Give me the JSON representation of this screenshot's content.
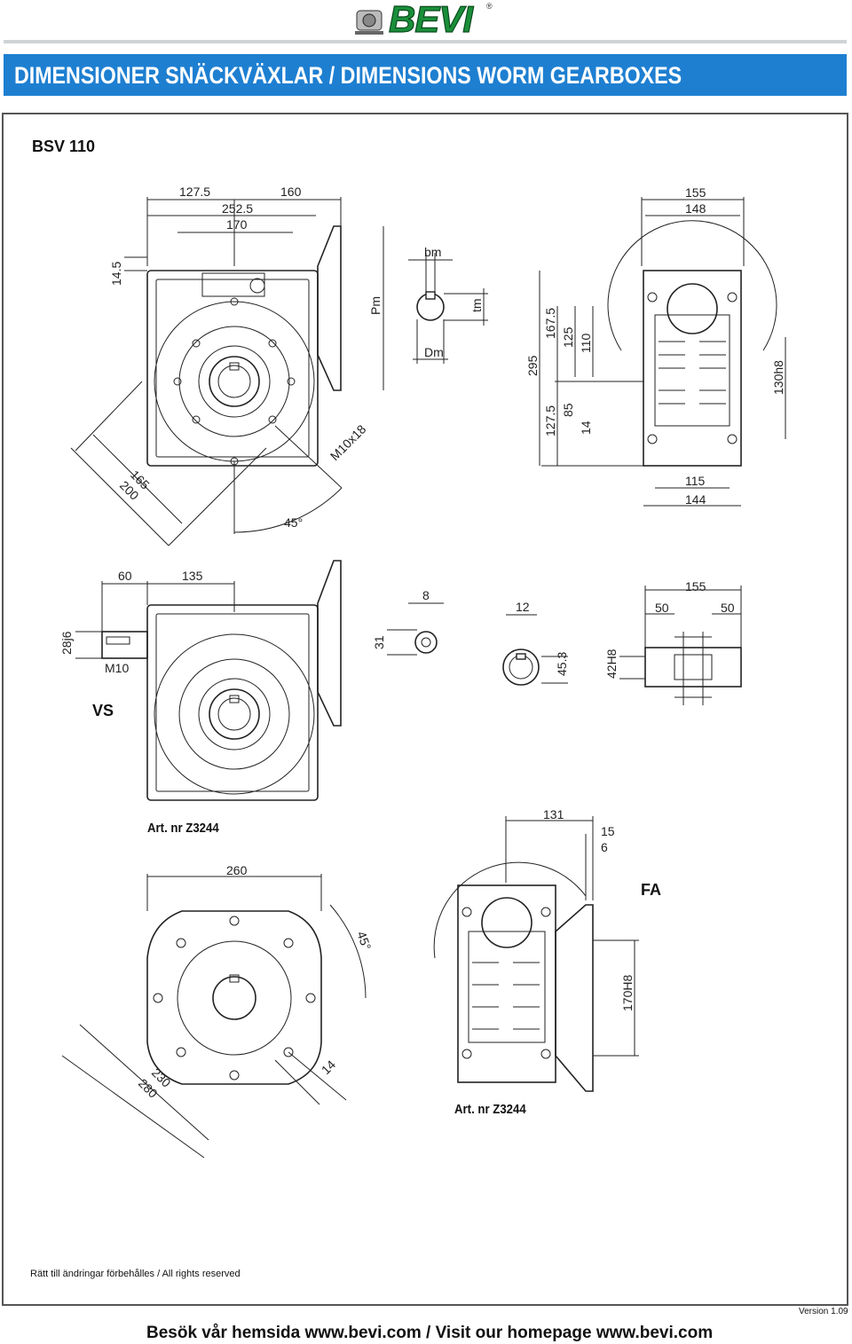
{
  "header": {
    "logo_text": "BEVI",
    "logo_reg": "®",
    "title": "DIMENSIONER SNÄCKVÄXLAR / DIMENSIONS WORM GEARBOXES"
  },
  "model": "BSV 110",
  "labels": {
    "vs": "VS",
    "fa": "FA",
    "art1": "Art. nr Z3244",
    "art2": "Art. nr Z3244"
  },
  "dims": {
    "top_left": [
      "127.5",
      "160",
      "252.5",
      "170",
      "14.5",
      "Pm",
      "165",
      "200",
      "M10x18",
      "45°"
    ],
    "shaft_key": [
      "bm",
      "tm",
      "Dm"
    ],
    "top_right": [
      "155",
      "148",
      "295",
      "167.5",
      "125",
      "110",
      "127.5",
      "85",
      "14",
      "130h8",
      "115",
      "144"
    ],
    "mid_left": [
      "60",
      "135",
      "28j6",
      "M10"
    ],
    "mid_keys": [
      "8",
      "31",
      "12",
      "45.3",
      "42H8"
    ],
    "mid_right": [
      "155",
      "50",
      "50"
    ],
    "bottom_left": [
      "260",
      "45°",
      "230",
      "280",
      "14"
    ],
    "bottom_right": [
      "131",
      "15",
      "6",
      "170H8"
    ]
  },
  "footer": {
    "rights": "Rätt till ändringar förbehålles / All rights reserved",
    "version": "Version 1.09",
    "website": "Besök vår hemsida www.bevi.com / Visit our homepage www.bevi.com"
  }
}
